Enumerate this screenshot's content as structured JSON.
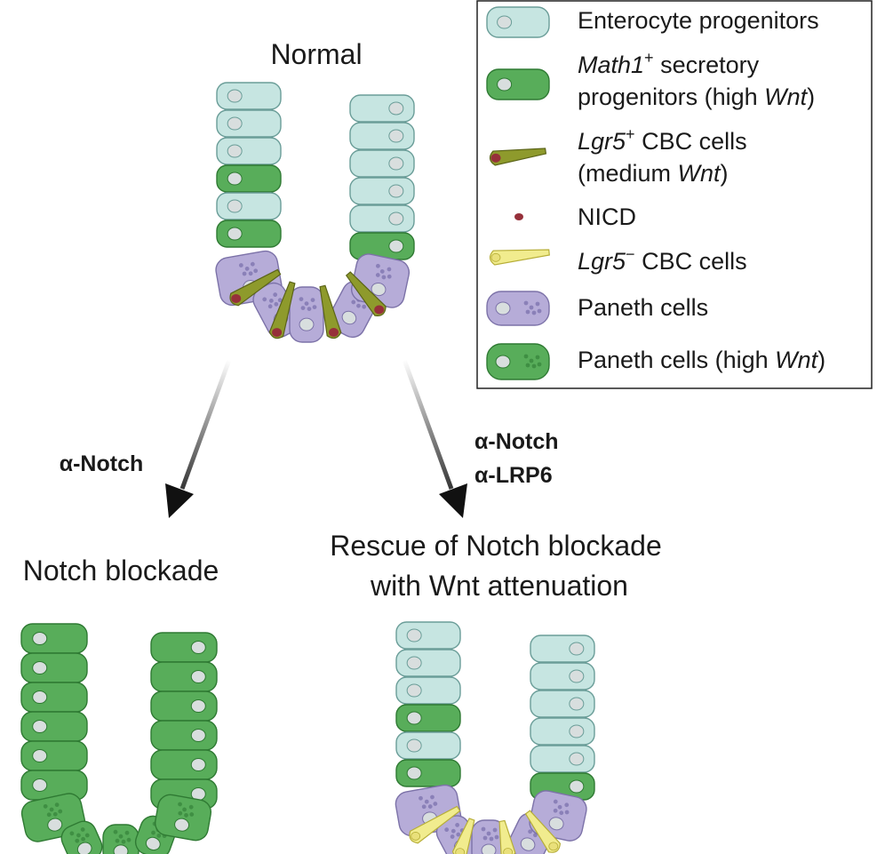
{
  "titles": {
    "normal": "Normal",
    "notch_blockade": "Notch blockade",
    "rescue_line1": "Rescue of Notch blockade",
    "rescue_line2": "with Wnt attenuation"
  },
  "arrows": {
    "left_label": "α-Notch",
    "right_label_1": "α-Notch",
    "right_label_2": "α-LRP6"
  },
  "legend": {
    "enterocyte": "Enterocyte progenitors",
    "math1_gene": "Math1",
    "math1_sup": "+",
    "math1_rest": " secretory",
    "math1_line2_prefix": "progenitors (high ",
    "math1_line2_wnt": "Wnt",
    "math1_line2_suffix": ")",
    "lgr5p_gene": "Lgr5",
    "lgr5p_sup": "+",
    "lgr5p_rest": " CBC cells",
    "lgr5p_line2_prefix": "(medium ",
    "lgr5p_line2_wnt": "Wnt",
    "lgr5p_line2_suffix": ")",
    "nicd": "NICD",
    "lgr5n_gene": "Lgr5",
    "lgr5n_sup": "−",
    "lgr5n_rest": " CBC cells",
    "paneth": "Paneth cells",
    "paneth_wnt_prefix": "Paneth cells (high ",
    "paneth_wnt_wnt": "Wnt",
    "paneth_wnt_suffix": ")"
  },
  "colors": {
    "enterocyte_fill": "#c6e5e1",
    "enterocyte_stroke": "#6a9d98",
    "secretory_fill": "#58ad5a",
    "secretory_stroke": "#2f7a33",
    "cbc_fill": "#8e9a2c",
    "cbc_stroke": "#5b6418",
    "nicd": "#96303a",
    "lgr5neg_fill": "#f1ec8e",
    "lgr5neg_stroke": "#b7ae38",
    "paneth_fill": "#b6acd8",
    "paneth_stroke": "#7c72a8",
    "nucleus": "#d8dede"
  }
}
